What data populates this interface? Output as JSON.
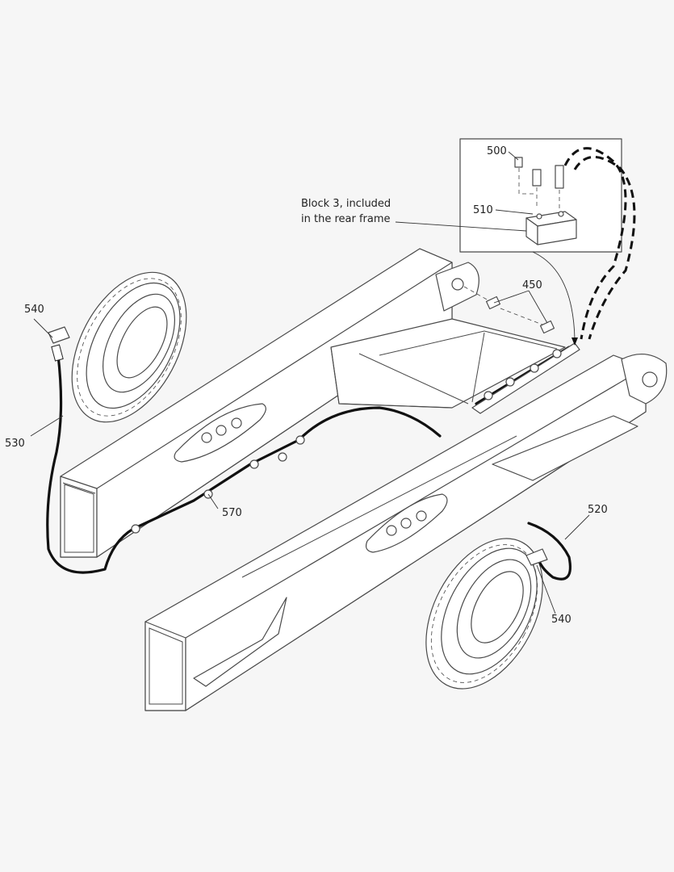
{
  "callouts": {
    "c500": "500",
    "c510": "510",
    "c450": "450",
    "c540_left": "540",
    "c530": "530",
    "c570": "570",
    "c520": "520",
    "c540_right": "540"
  },
  "block_note": {
    "line1": "Block 3, included",
    "line2": "in the rear frame"
  }
}
